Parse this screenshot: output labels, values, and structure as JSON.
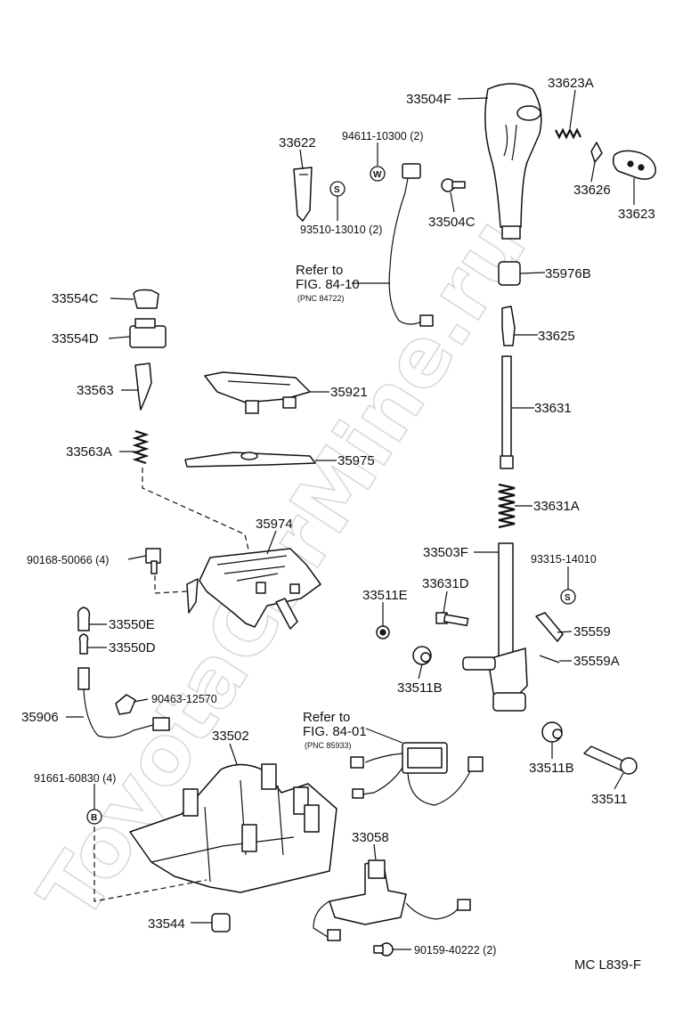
{
  "watermark": "ToyotaCarMine.ru",
  "figure_code": "MC  L839-F",
  "parts": {
    "p33504F": "33504F",
    "p33623A": "33623A",
    "p33622": "33622",
    "p94611": "94611-10300 (2)",
    "p93510": "93510-13010 (2)",
    "p33504C": "33504C",
    "p33626": "33626",
    "p33623": "33623",
    "p35976B": "35976B",
    "p33554C": "33554C",
    "p33554D": "33554D",
    "p33625": "33625",
    "p33563": "33563",
    "p35921": "35921",
    "p33631": "33631",
    "p33563A": "33563A",
    "p35975": "35975",
    "p33631A": "33631A",
    "p35974": "35974",
    "p33503F": "33503F",
    "p93315": "93315-14010",
    "p90168": "90168-50066 (4)",
    "p33511E": "33511E",
    "p33631D": "33631D",
    "p33550E": "33550E",
    "p33550D": "33550D",
    "p35559": "35559",
    "p35559A": "35559A",
    "p33511B_a": "33511B",
    "p90463": "90463-12570",
    "p35906": "35906",
    "p33502": "33502",
    "p33511B_b": "33511B",
    "p91661": "91661-60830 (4)",
    "p33511": "33511",
    "p33058": "33058",
    "p33544": "33544",
    "p90159": "90159-40222 (2)"
  },
  "references": {
    "ref1_line1": "Refer to",
    "ref1_line2": "FIG. 84-10",
    "ref1_line3": "(PNC 84722)",
    "ref2_line1": "Refer to",
    "ref2_line2": "FIG. 84-01",
    "ref2_line3": "(PNC 85933)"
  },
  "symbols": {
    "washer": "W",
    "screw": "S",
    "bolt": "B"
  }
}
